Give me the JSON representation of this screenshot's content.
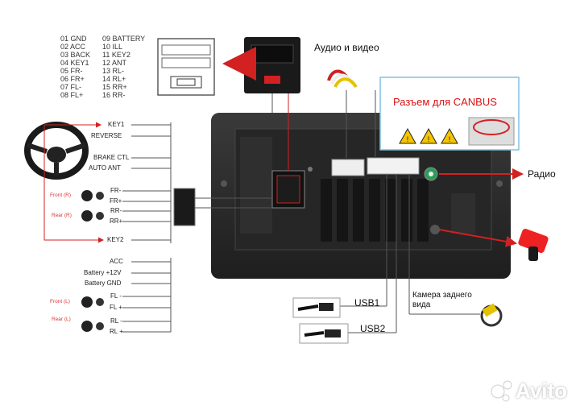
{
  "pinout": {
    "left": [
      "01 GND",
      "02 ACC",
      "03 BACK",
      "04 KEY1",
      "05 FR-",
      "06 FR+",
      "07 FL-",
      "08 FL+"
    ],
    "right": [
      "09 BATTERY",
      "10 ILL",
      "11 KEY2",
      "12 ANT",
      "13 RL-",
      "14 RL+",
      "15 RR+",
      "16 RR-"
    ]
  },
  "harness": {
    "key1": "KEY1",
    "reverse": "REVERSE",
    "brake": "BRAKE CTL",
    "auto_ant": "AUTO ANT",
    "fr_minus": "FR-",
    "fr_plus": "FR+",
    "rr_minus": "RR-",
    "rr_plus": "RR+",
    "key2": "KEY2",
    "acc": "ACC",
    "battery": "Battery +12V",
    "battery_gnd": "Battery GND",
    "fl_minus": "FL -",
    "fl_plus": "FL +",
    "rl_minus": "RL -",
    "rl_plus": "RL +"
  },
  "speakers": {
    "front_r": "Front (R)",
    "rear_r": "Rear (R)",
    "front_l": "Front (L)",
    "rear_l": "Rear (L)"
  },
  "callouts": {
    "audio_video": "Аудио и видео",
    "canbus": "Разъем для CANBUS",
    "radio": "Радио",
    "usb1": "USB1",
    "usb2": "USB2",
    "camera_line1": "Камера заднего",
    "camera_line2": "вида"
  },
  "watermark": "Avito",
  "colors": {
    "arrow_red": "#d32020",
    "panel_dark": "#2b2b2b",
    "wire": "#555555"
  }
}
